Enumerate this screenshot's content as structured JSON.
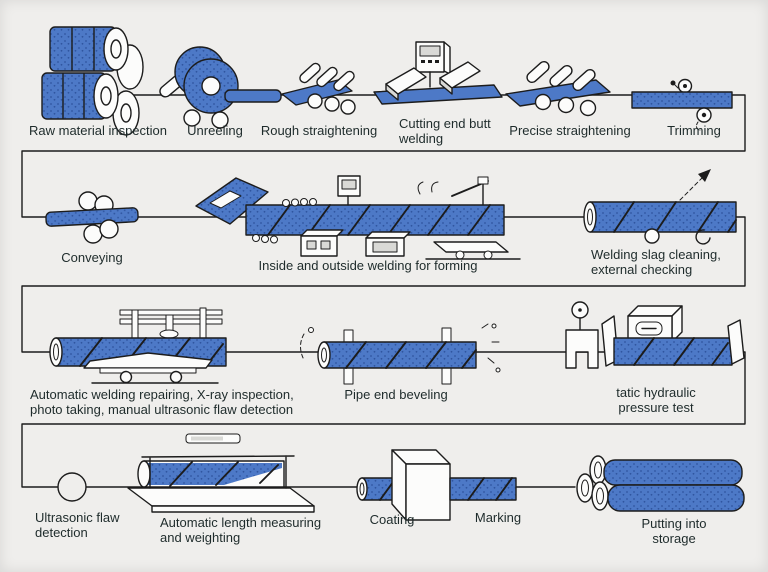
{
  "colors": {
    "pipe_blue": "#4d79c7",
    "pipe_dark": "#2f55a0",
    "outline": "#1c1c1c",
    "background": "#efeeec",
    "text": "#1e2b2b"
  },
  "steps": [
    {
      "id": "raw-material-inspection",
      "label": "Raw material inspection"
    },
    {
      "id": "unreeling",
      "label": "Unreeling"
    },
    {
      "id": "rough-straightening",
      "label": "Rough straightening"
    },
    {
      "id": "cutting-end-butt-welding",
      "label": "Cutting end butt\nwelding"
    },
    {
      "id": "precise-straightening",
      "label": "Precise straightening"
    },
    {
      "id": "trimming",
      "label": "Trimming"
    },
    {
      "id": "conveying",
      "label": "Conveying"
    },
    {
      "id": "inside-outside-welding",
      "label": "Inside and outside welding for forming"
    },
    {
      "id": "welding-slag-cleaning",
      "label": "Welding slag cleaning,\nexternal checking"
    },
    {
      "id": "auto-welding-repairing",
      "label": "Automatic welding repairing, X-ray inspection,\nphoto taking, manual ultrasonic flaw detection"
    },
    {
      "id": "pipe-end-beveling",
      "label": "Pipe end beveling"
    },
    {
      "id": "hydraulic-pressure-test",
      "label": "tatic hydraulic pressure test"
    },
    {
      "id": "ultrasonic-flaw-detection",
      "label": "Ultrasonic flaw\ndetection"
    },
    {
      "id": "length-measuring-weighting",
      "label": "Automatic length measuring\nand weighting"
    },
    {
      "id": "coating",
      "label": "Coating"
    },
    {
      "id": "marking",
      "label": "Marking"
    },
    {
      "id": "putting-into-storage",
      "label": "Putting into storage"
    }
  ]
}
